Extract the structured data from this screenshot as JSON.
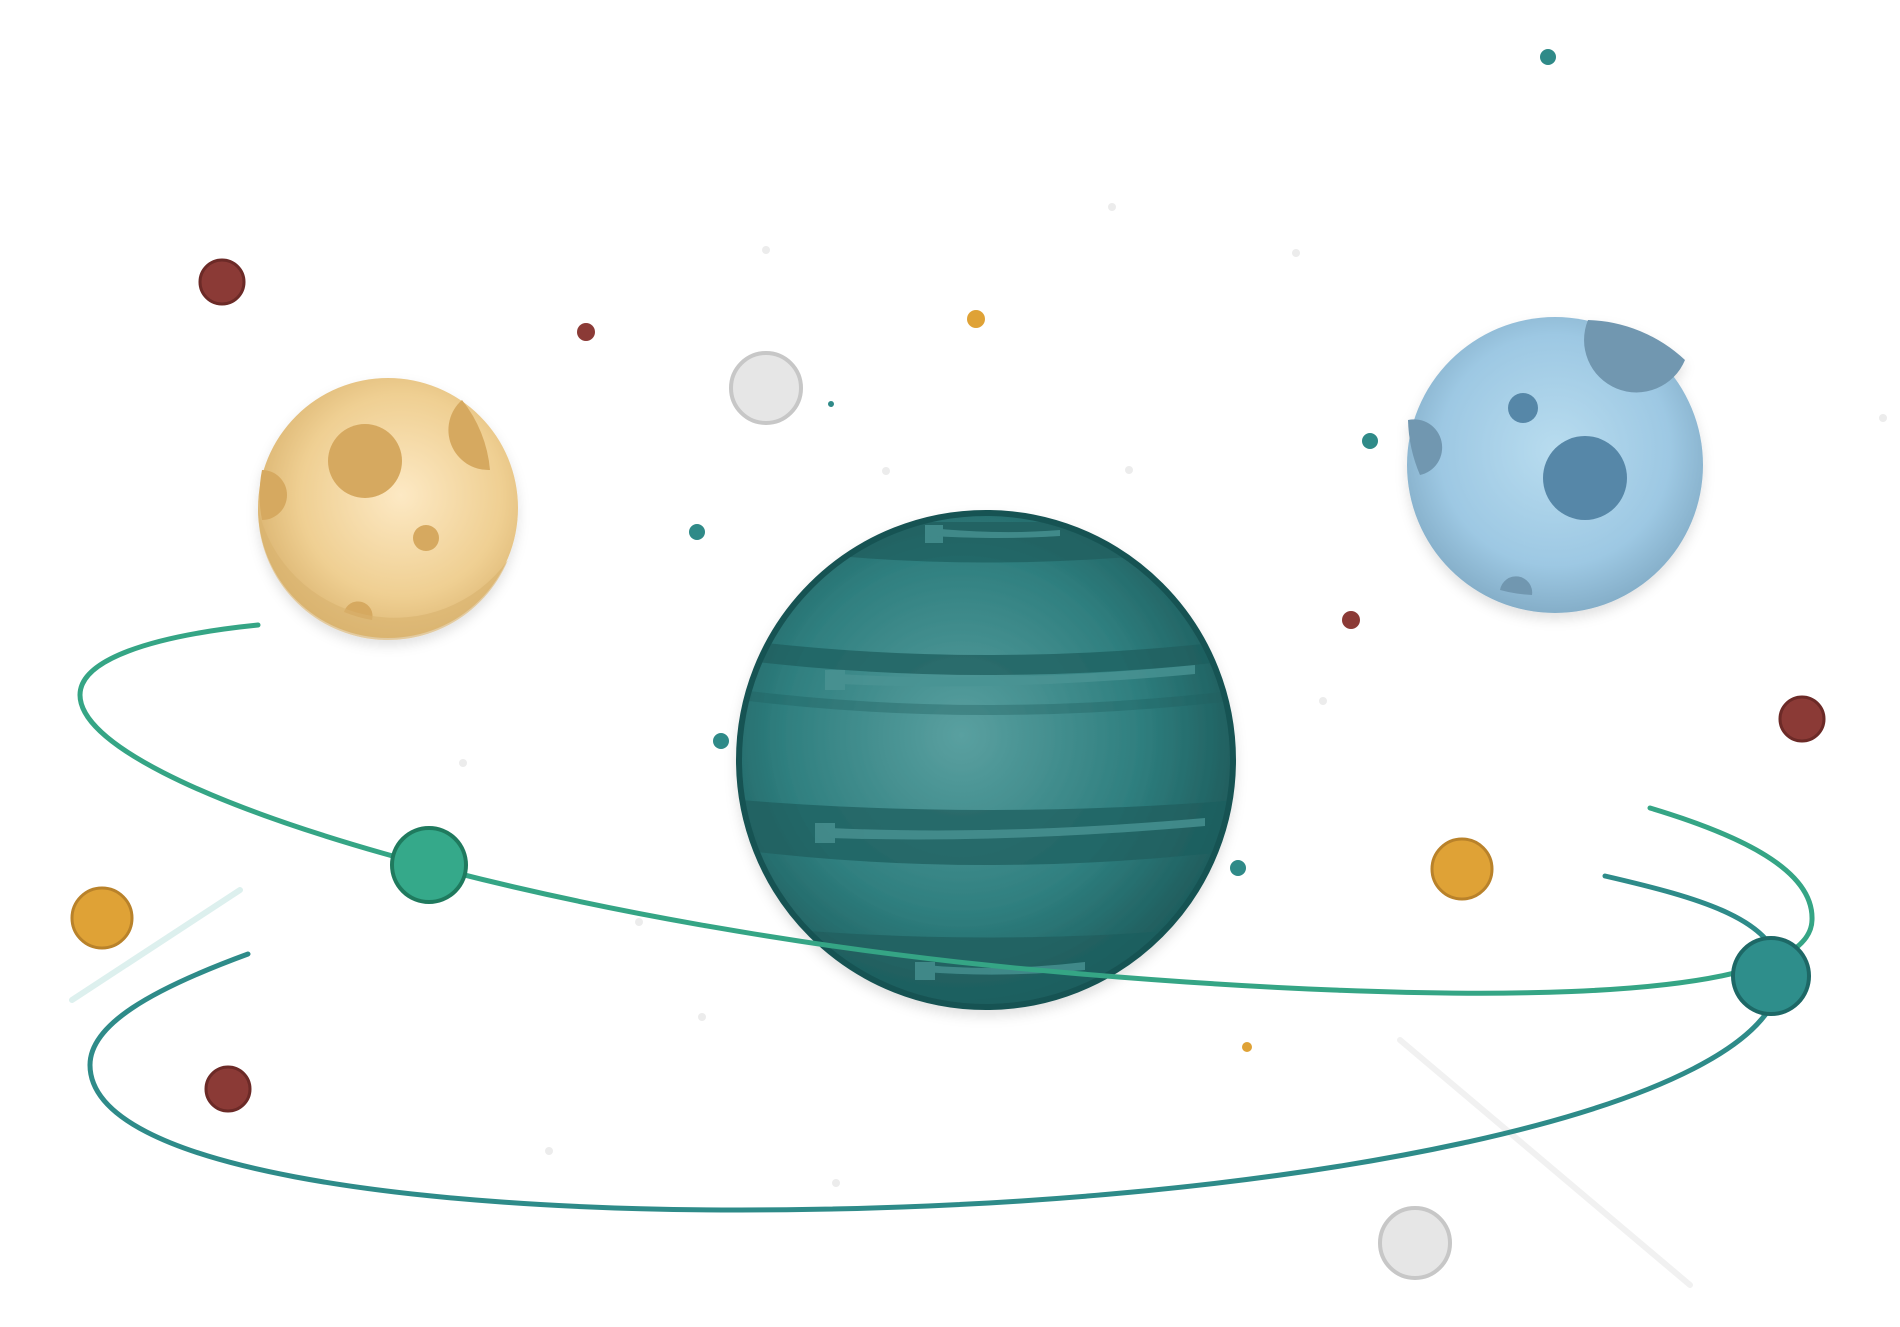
{
  "scene": {
    "description_free": true,
    "colors": {
      "background": "#ffffff",
      "teal_dark": "#1f5f5f",
      "teal_mid": "#2f7f7f",
      "teal_light": "#5aa0a0",
      "orbit_green": "#35a585",
      "orbit_teal": "#2e8b89",
      "sand": "#e2bd7c",
      "sand_crater": "#d6a960",
      "sky": "#9dc8e3",
      "sky_crater": "#5787a8",
      "sky_edge": "#7197b0",
      "maroon": "#8b3a36",
      "amber": "#dfa236",
      "pearl": "#e6e6e6",
      "jade": "#35a98a",
      "spruce": "#2e8e8b"
    },
    "bodies": [
      {
        "kind": "gas-giant",
        "color": "teal_mid"
      },
      {
        "kind": "cratered-planet",
        "color": "sand"
      },
      {
        "kind": "cratered-planet",
        "color": "sky"
      }
    ],
    "orbits": [
      {
        "name": "inner-orbit",
        "color": "orbit_green"
      },
      {
        "name": "outer-orbit",
        "color": "orbit_teal"
      }
    ],
    "moons": [
      {
        "name": "moon-green",
        "color": "jade"
      },
      {
        "name": "moon-teal",
        "color": "spruce"
      }
    ],
    "dots": [
      {
        "color": "maroon"
      },
      {
        "color": "maroon"
      },
      {
        "color": "maroon"
      },
      {
        "color": "maroon"
      },
      {
        "color": "maroon"
      },
      {
        "color": "amber"
      },
      {
        "color": "amber"
      },
      {
        "color": "amber"
      },
      {
        "color": "amber"
      },
      {
        "color": "pearl"
      },
      {
        "color": "pearl"
      },
      {
        "color": "teal_mid"
      },
      {
        "color": "teal_mid"
      },
      {
        "color": "teal_mid"
      },
      {
        "color": "teal_mid"
      },
      {
        "color": "teal_mid"
      },
      {
        "color": "teal_mid"
      }
    ]
  }
}
